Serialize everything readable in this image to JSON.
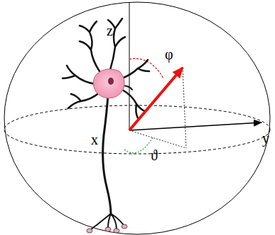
{
  "diagram": {
    "labels": [
      "z",
      "φ",
      "y",
      "x",
      "ϑ"
    ]
  }
}
